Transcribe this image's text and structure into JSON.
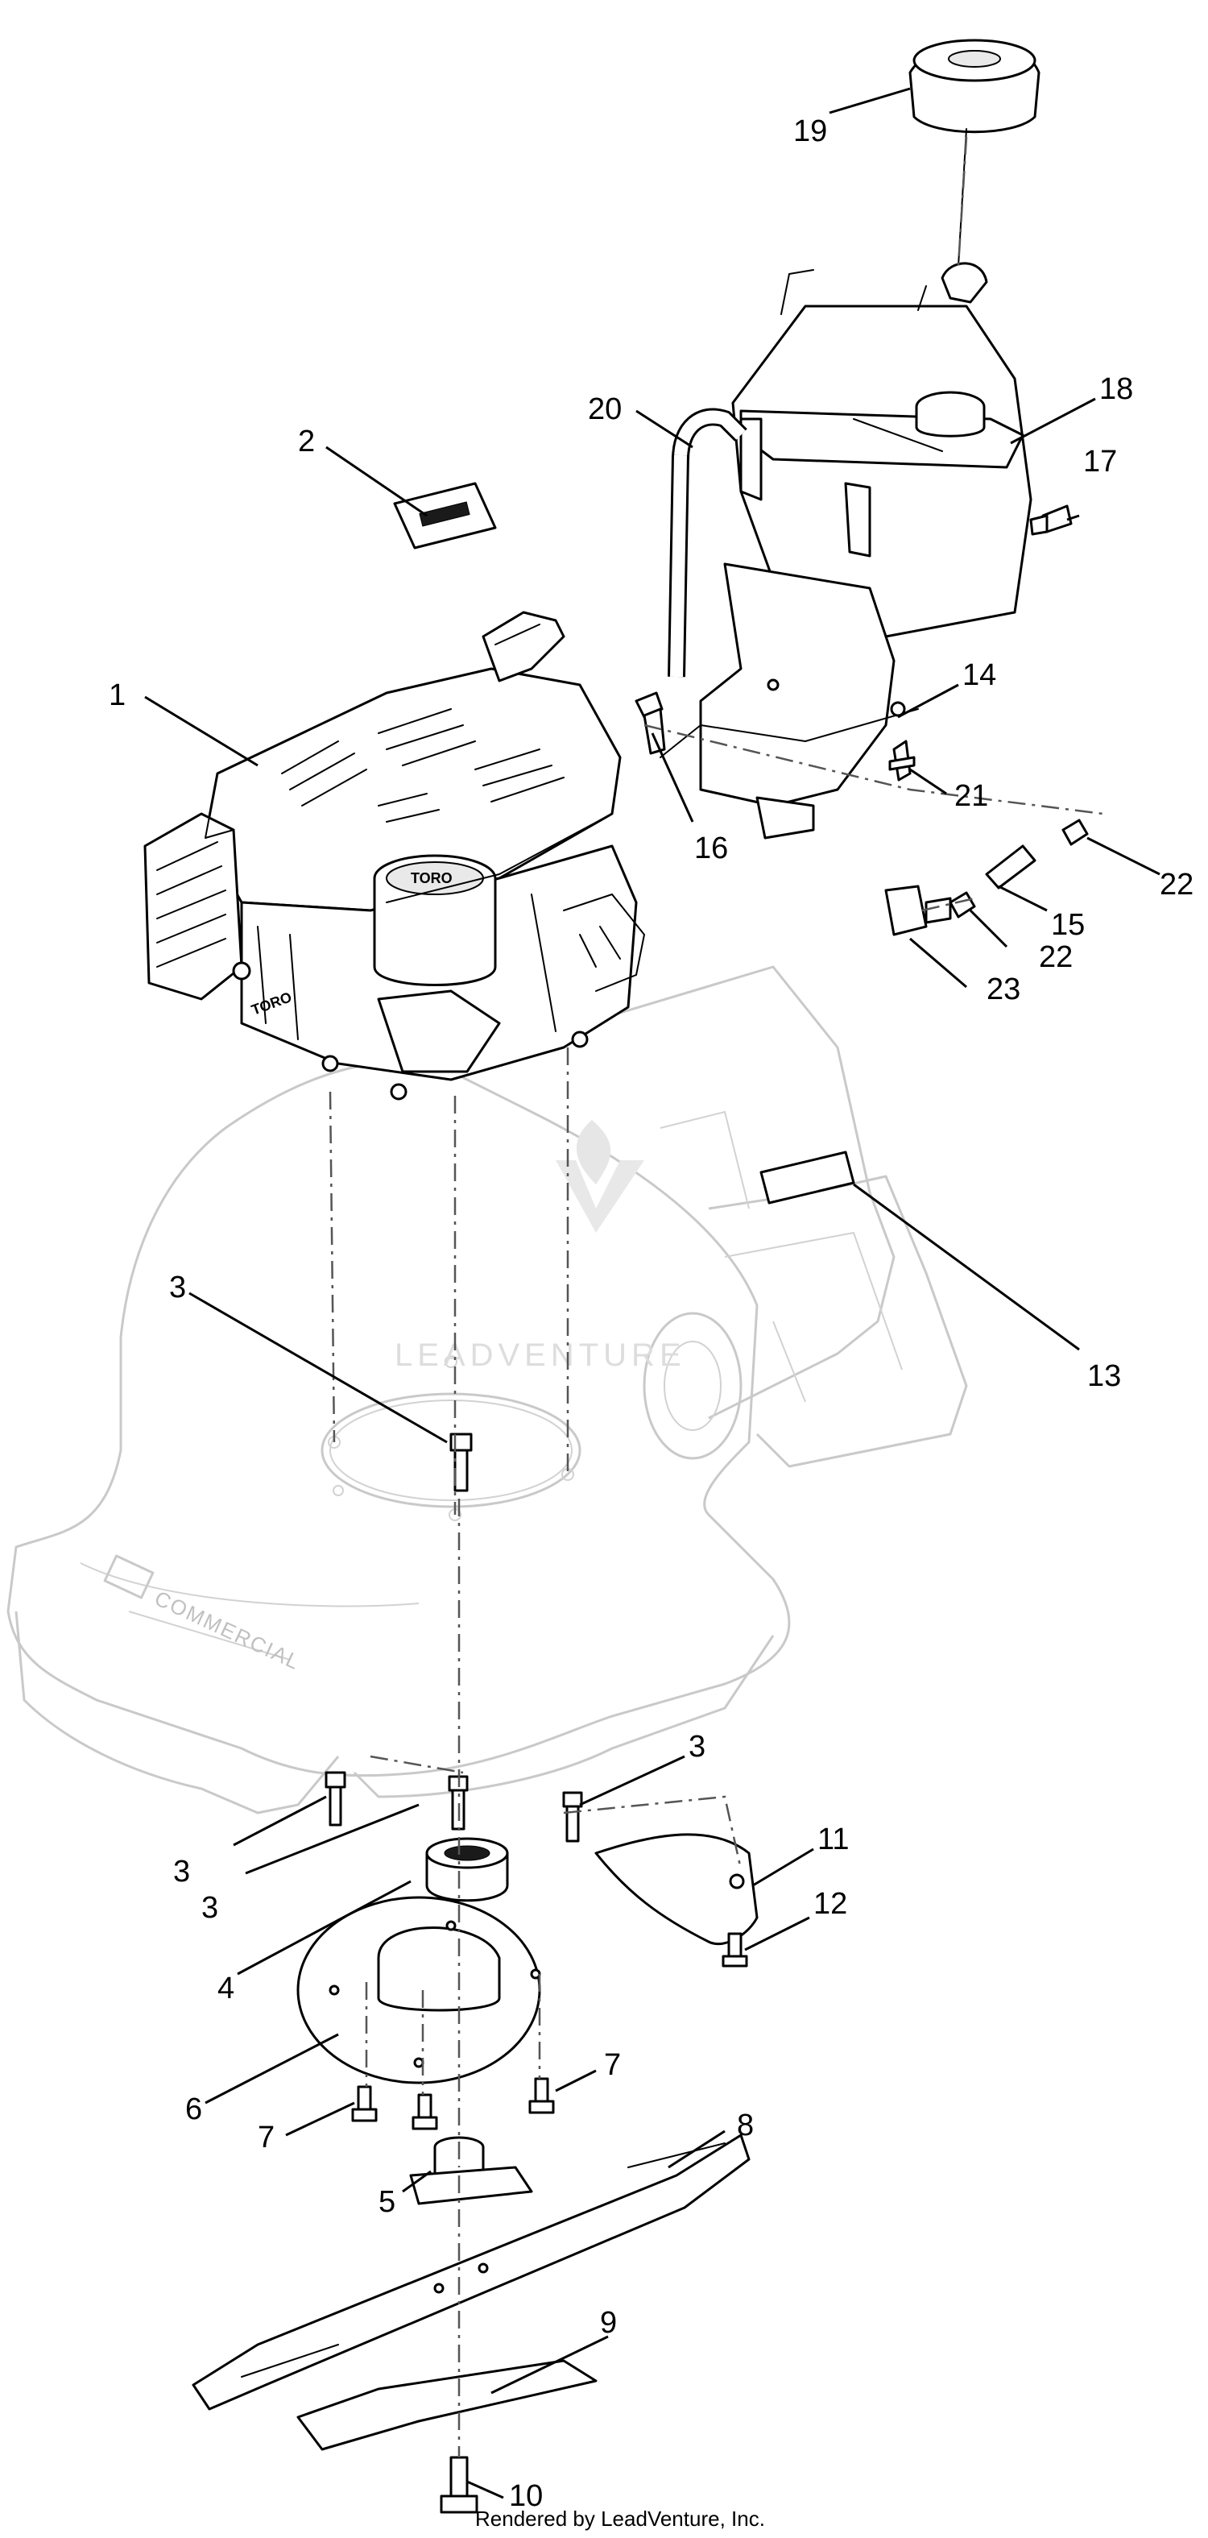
{
  "callouts": {
    "c1": "1",
    "c2": "2",
    "c3a": "3",
    "c3b": "3",
    "c3c": "3",
    "c3d": "3",
    "c4": "4",
    "c5": "5",
    "c6": "6",
    "c7a": "7",
    "c7b": "7",
    "c8": "8",
    "c9": "9",
    "c10": "10",
    "c11": "11",
    "c12": "12",
    "c13": "13",
    "c14": "14",
    "c15": "15",
    "c16": "16",
    "c17": "17",
    "c18": "18",
    "c19": "19",
    "c20": "20",
    "c21": "21",
    "c22a": "22",
    "c22b": "22",
    "c23": "23"
  },
  "watermark": "LEADVENTURE",
  "deck_brand": "COMMERCIAL",
  "engine_cover_logo": "TORO",
  "footer_credit": "Rendered by LeadVenture, Inc.",
  "colors": {
    "line": "#000000",
    "ghost": "#c9c9c9",
    "watermark": "#dddddd"
  }
}
